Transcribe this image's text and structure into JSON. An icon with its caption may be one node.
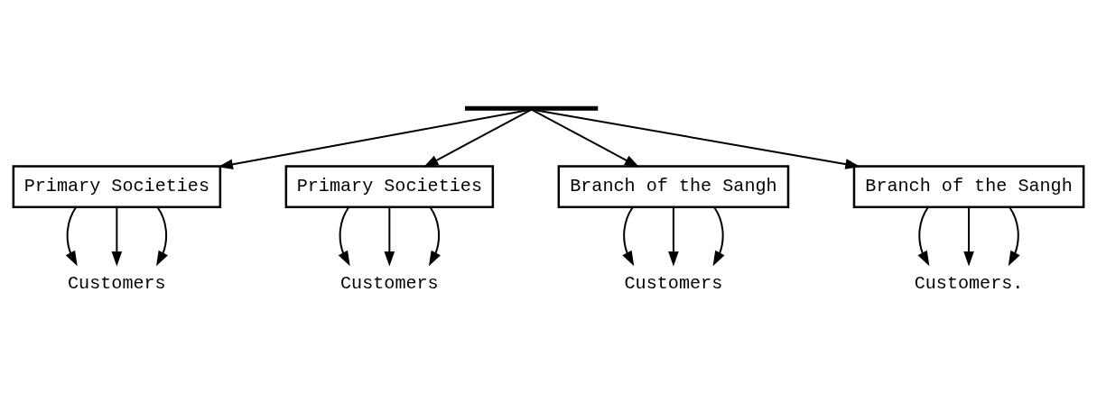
{
  "diagram": {
    "nodes": [
      {
        "text": [],
        "shape": "bar"
      },
      {
        "text": [
          "Primary Societies"
        ]
      },
      {
        "text": [
          "Primary Societies"
        ]
      },
      {
        "text": [
          "Branch of the Sangh"
        ]
      },
      {
        "text": [
          "Branch of the Sangh"
        ]
      },
      {
        "text": [
          "Customers"
        ]
      },
      {
        "text": [
          "Customers"
        ]
      },
      {
        "text": [
          "Customers"
        ]
      },
      {
        "text": [
          "Customers."
        ]
      }
    ],
    "edges": [
      {
        "from": 0,
        "to": 1,
        "arrow": "to"
      },
      {
        "from": 0,
        "to": 2,
        "arrow": "to"
      },
      {
        "from": 0,
        "to": 3,
        "arrow": "to"
      },
      {
        "from": 0,
        "to": 4,
        "arrow": "to"
      },
      {
        "from": 1,
        "to": 5,
        "arrow": "to"
      },
      {
        "from": 1,
        "to": 5,
        "arrow": "to"
      },
      {
        "from": 1,
        "to": 5,
        "arrow": "to"
      },
      {
        "from": 2,
        "to": 6,
        "arrow": "to"
      },
      {
        "from": 2,
        "to": 6,
        "arrow": "to"
      },
      {
        "from": 2,
        "to": 6,
        "arrow": "to"
      },
      {
        "from": 3,
        "to": 7,
        "arrow": "to"
      },
      {
        "from": 3,
        "to": 7,
        "arrow": "to"
      },
      {
        "from": 3,
        "to": 7,
        "arrow": "to"
      },
      {
        "from": 4,
        "to": 8,
        "arrow": "to"
      },
      {
        "from": 4,
        "to": 8,
        "arrow": "to"
      },
      {
        "from": 4,
        "to": 8,
        "arrow": "to"
      }
    ]
  }
}
